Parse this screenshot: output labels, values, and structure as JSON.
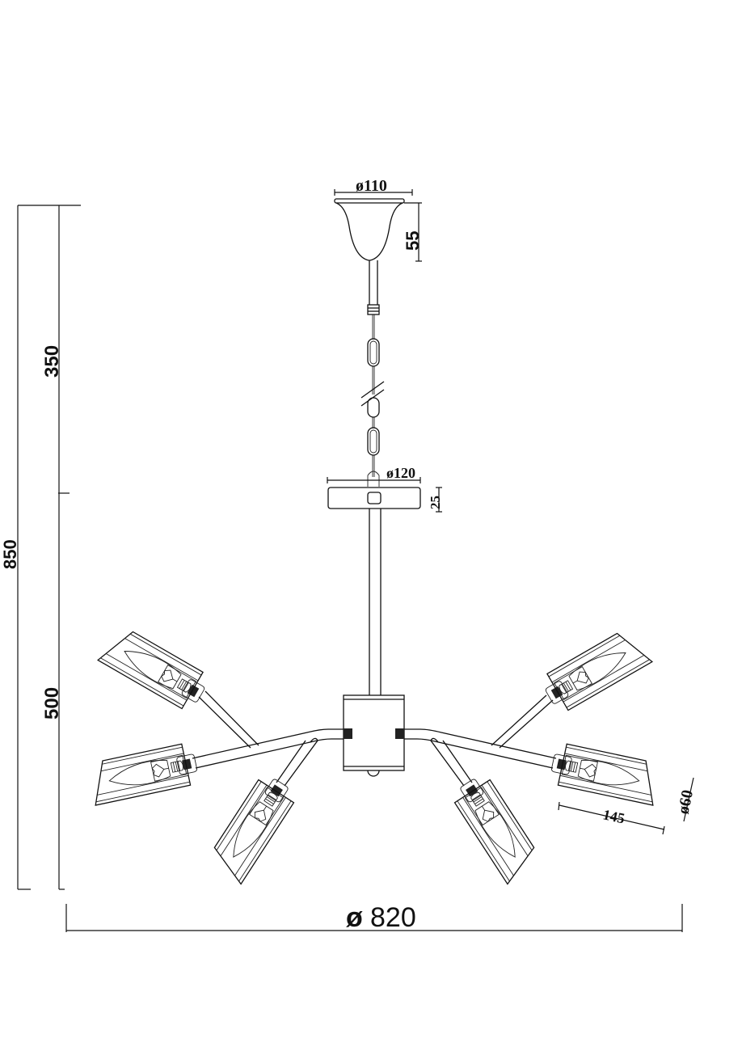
{
  "drawing": {
    "subject": "Six-arm chandelier technical drawing",
    "stroke_color": "#111111",
    "background": "#ffffff",
    "dimensions": {
      "canopy_diameter": "ø110",
      "canopy_height": "55",
      "plate_diameter": "ø120",
      "plate_height": "25",
      "chain_height": "350",
      "body_height": "500",
      "total_height": "850",
      "overall_diameter_symbol": "ø",
      "overall_diameter": "820",
      "shade_length": "145",
      "shade_diameter": "ø60"
    },
    "lamp_count": 6
  }
}
